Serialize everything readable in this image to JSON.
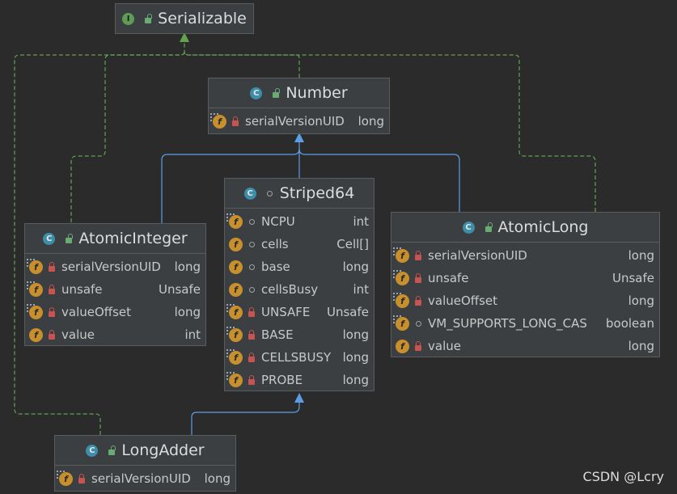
{
  "diagram_title": "",
  "watermark": "CSDN @Lcry",
  "colors": {
    "background": "#2b2b2b",
    "node": "#3c3f41",
    "extends_edge": "#5c9ee6",
    "implements_edge": "#62a150"
  },
  "nodes": {
    "serializable": {
      "name": "Serializable",
      "kind": "interface",
      "kind_icon": "I",
      "visibility": "public",
      "fields": []
    },
    "number": {
      "name": "Number",
      "kind": "abstract-class",
      "kind_icon": "C",
      "visibility": "public",
      "fields": [
        {
          "name": "serialVersionUID",
          "type": "long",
          "visibility": "private",
          "static": true
        }
      ]
    },
    "striped64": {
      "name": "Striped64",
      "kind": "abstract-class",
      "kind_icon": "C",
      "visibility": "package",
      "fields": [
        {
          "name": "NCPU",
          "type": "int",
          "visibility": "package",
          "static": true
        },
        {
          "name": "cells",
          "type": "Cell[]",
          "visibility": "package",
          "static": false
        },
        {
          "name": "base",
          "type": "long",
          "visibility": "package",
          "static": false
        },
        {
          "name": "cellsBusy",
          "type": "int",
          "visibility": "package",
          "static": false
        },
        {
          "name": "UNSAFE",
          "type": "Unsafe",
          "visibility": "private",
          "static": true
        },
        {
          "name": "BASE",
          "type": "long",
          "visibility": "private",
          "static": true
        },
        {
          "name": "CELLSBUSY",
          "type": "long",
          "visibility": "private",
          "static": true
        },
        {
          "name": "PROBE",
          "type": "long",
          "visibility": "private",
          "static": true
        }
      ]
    },
    "atomicInteger": {
      "name": "AtomicInteger",
      "kind": "class",
      "kind_icon": "C",
      "visibility": "public",
      "fields": [
        {
          "name": "serialVersionUID",
          "type": "long",
          "visibility": "private",
          "static": true
        },
        {
          "name": "unsafe",
          "type": "Unsafe",
          "visibility": "private",
          "static": true
        },
        {
          "name": "valueOffset",
          "type": "long",
          "visibility": "private",
          "static": true
        },
        {
          "name": "value",
          "type": "int",
          "visibility": "private",
          "static": false
        }
      ]
    },
    "atomicLong": {
      "name": "AtomicLong",
      "kind": "class",
      "kind_icon": "C",
      "visibility": "public",
      "fields": [
        {
          "name": "serialVersionUID",
          "type": "long",
          "visibility": "private",
          "static": true
        },
        {
          "name": "unsafe",
          "type": "Unsafe",
          "visibility": "private",
          "static": true
        },
        {
          "name": "valueOffset",
          "type": "long",
          "visibility": "private",
          "static": true
        },
        {
          "name": "VM_SUPPORTS_LONG_CAS",
          "type": "boolean",
          "visibility": "package",
          "static": true
        },
        {
          "name": "value",
          "type": "long",
          "visibility": "private",
          "static": false
        }
      ]
    },
    "longAdder": {
      "name": "LongAdder",
      "kind": "class",
      "kind_icon": "C",
      "visibility": "public",
      "fields": [
        {
          "name": "serialVersionUID",
          "type": "long",
          "visibility": "private",
          "static": true
        }
      ]
    }
  },
  "edges": [
    {
      "from": "number",
      "to": "serializable",
      "type": "implements"
    },
    {
      "from": "atomicInteger",
      "to": "serializable",
      "type": "implements"
    },
    {
      "from": "atomicLong",
      "to": "serializable",
      "type": "implements"
    },
    {
      "from": "longAdder",
      "to": "serializable",
      "type": "implements"
    },
    {
      "from": "atomicInteger",
      "to": "number",
      "type": "extends"
    },
    {
      "from": "striped64",
      "to": "number",
      "type": "extends"
    },
    {
      "from": "atomicLong",
      "to": "number",
      "type": "extends"
    },
    {
      "from": "longAdder",
      "to": "striped64",
      "type": "extends"
    }
  ]
}
